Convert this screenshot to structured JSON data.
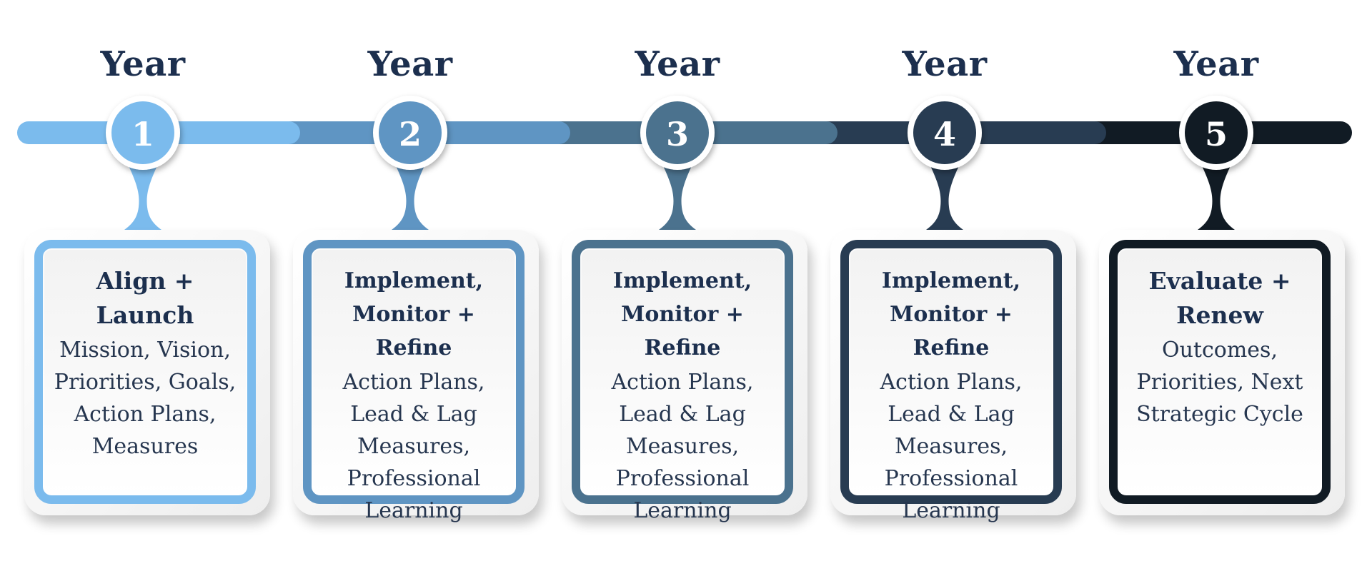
{
  "colors": {
    "year_text": "#1c2f4e",
    "stages": [
      "#7bbbed",
      "#5f95c3",
      "#4b728e",
      "#283c52",
      "#111b24"
    ]
  },
  "stages": [
    {
      "year_label": "Year",
      "number": "1",
      "title": "Align +\nLaunch",
      "body": "Mission, Vision,\nPriorities, Goals,\nAction Plans,\nMeasures"
    },
    {
      "year_label": "Year",
      "number": "2",
      "title": "Implement,\nMonitor + Refine",
      "body": "Action Plans,\nLead & Lag\nMeasures,\nProfessional\nLearning"
    },
    {
      "year_label": "Year",
      "number": "3",
      "title": "Implement,\nMonitor + Refine",
      "body": "Action Plans,\nLead & Lag\nMeasures,\nProfessional\nLearning"
    },
    {
      "year_label": "Year",
      "number": "4",
      "title": "Implement,\nMonitor + Refine",
      "body": "Action Plans,\nLead & Lag\nMeasures,\nProfessional\nLearning"
    },
    {
      "year_label": "Year",
      "number": "5",
      "title": "Evaluate +\nRenew",
      "body": "Outcomes,\nPriorities, Next\nStrategic Cycle"
    }
  ]
}
